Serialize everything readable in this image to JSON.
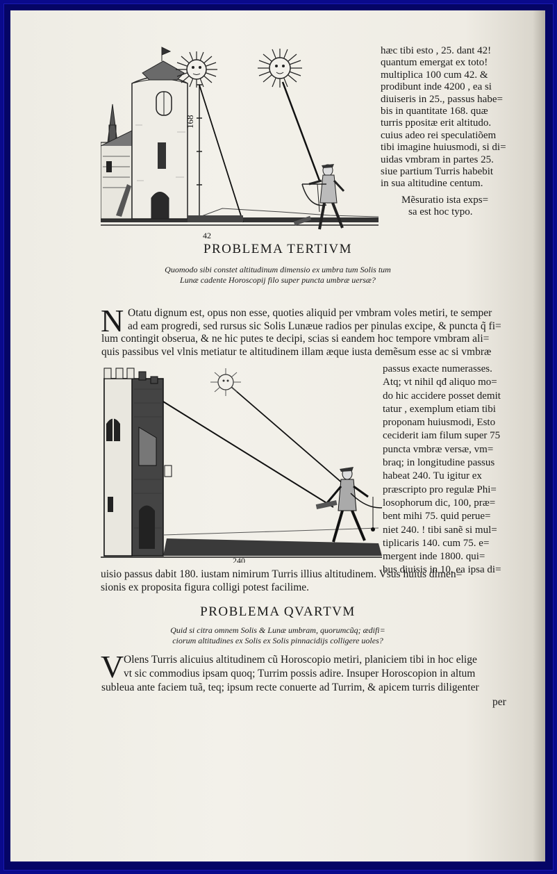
{
  "top_text": {
    "lines": [
      "hæc tibi esto , 25. dant 42!",
      "quantum emergat ex toto!",
      "multiplica 100 cum 42. &",
      "prodibunt inde 4200 , ea si",
      "diuiseris in 25., passus habe=",
      "bis in quantitate 168. quæ",
      "turris ppositæ erit altitudo.",
      "cuius adeo rei speculatiõem",
      "tibi imagine huiusmodi, si di=",
      "uidas vmbram in partes 25.",
      "siue partium Turris habebit",
      "in sua altitudine centum."
    ],
    "caption_lines": [
      "Mẽsuratio ista exps=",
      "sa est hoc typo."
    ]
  },
  "fig1": {
    "label_height": "168",
    "label_base": "42"
  },
  "problem3": {
    "heading": "PROBLEMA TERTIVM",
    "subtitle_lines": [
      "Quomodo sibi constet altitudinum dimensio ex umbra tum Solis tum",
      "Lunæ cadente Horoscopij filo super puncta umbræ uersæ?"
    ],
    "dropcap": "N",
    "lines": [
      "Otatu dignum est, opus non esse, quoties aliquid per vmbram voles metiri, te semper",
      "ad eam progredi, sed rursus sic Solis Lunæue radios per pinulas excipe, & puncta q̃ fi=",
      "lum contingit obserua, & ne hic putes te decipi, scias si eandem hoc tempore vmbram ali=",
      "quis passibus vel vlnis metiatur te altitudinem illam æque iusta demẽsum esse ac si vmbræ"
    ],
    "side_lines": [
      "passus exacte numerasses.",
      "Atq; vt nihil qđ aliquo mo=",
      "do hic accidere posset demit",
      "tatur , exemplum etiam tibi",
      "proponam huiusmodi, Esto",
      "ceciderit iam filum super 75",
      "puncta vmbræ versæ, vm=",
      "braq; in longitudine passus",
      "habeat 240. Tu igitur ex",
      "præscripto pro regulæ Phi=",
      "losophorum dic, 100, præ=",
      "bent mihi 75. quid perue=",
      "niet 240. ! tibi sanẽ si mul=",
      "tiplicaris 140. cum 75. e=",
      "mergent inde 1800. qui=",
      "bus diuisis in 10. ea ipsa di="
    ],
    "end_lines": [
      "uisio passus dabit 180. iustam nimirum Turris illius altitudinem.    Vsus huius dimen=",
      "sionis ex proposita figura colligi potest facilime."
    ]
  },
  "fig2": {
    "label_base": "240"
  },
  "problem4": {
    "heading": "PROBLEMA QVARTVM",
    "subtitle_lines": [
      "Quid si citra omnem Solis & Lunæ umbram, quorumcũq; ædifi=",
      "ciorum altitudines ex Solis ex Solis pinnacidijs colligere uoles?"
    ],
    "dropcap": "V",
    "lines": [
      "Olens Turris alicuius altitudinem cũ Horoscopio metiri, planiciem tibi in hoc elige",
      "vt sic commodius ipsam quoq; Turrim possis adire. Insuper Horoscopion in altum",
      "subleua ante faciem tuã, teq; ipsum recte conuerte ad Turrim, & apicem turris diligenter"
    ],
    "catchword": "per"
  }
}
